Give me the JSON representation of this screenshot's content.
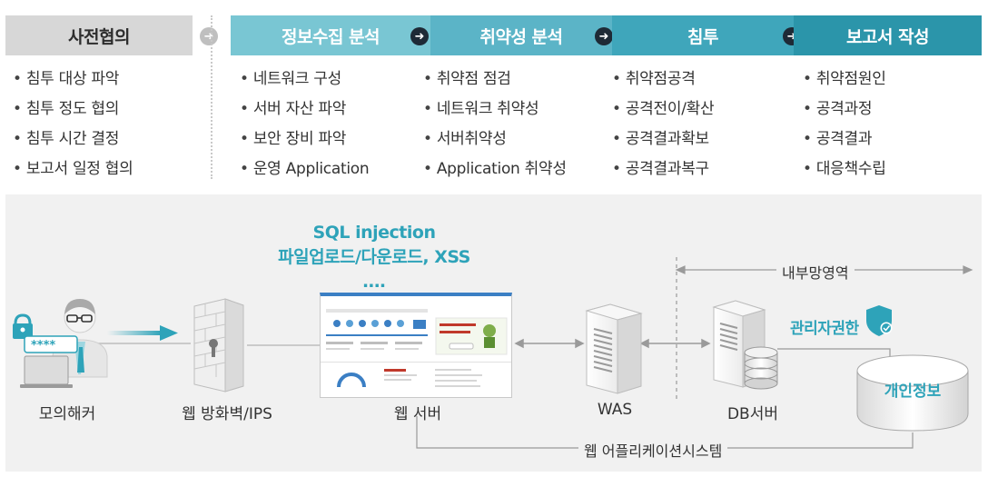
{
  "process": {
    "stages": [
      {
        "label": "사전협의"
      },
      {
        "label": "정보수집 분석"
      },
      {
        "label": "취약성 분석"
      },
      {
        "label": "침투"
      },
      {
        "label": "보고서 작성"
      }
    ],
    "columns": [
      [
        "침투 대상 파악",
        "침투 정도 협의",
        "침투 시간 결정",
        "보고서 일정 협의"
      ],
      [
        "네트워크 구성",
        "서버 자산 파악",
        "보안 장비 파악",
        "운영 Application"
      ],
      [
        "취약점 점검",
        "네트워크 취약성",
        "서버취약성",
        "Application 취약성"
      ],
      [
        "취약점공격",
        "공격전이/확산",
        "공격결과확보",
        "공격결과복구"
      ],
      [
        "취약점원인",
        "공격과정",
        "공격결과",
        "대응책수립"
      ]
    ]
  },
  "diagram": {
    "attack_line1": "SQL injection",
    "attack_line2": "파일업로드/다운로드, XSS ….",
    "nodes": {
      "hacker": "모의해커",
      "firewall": "웹 방화벽/IPS",
      "web_server": "웹 서버",
      "was": "WAS",
      "db_server": "DB서버"
    },
    "password_mask": "****",
    "internal_network": "내부망영역",
    "admin_rights": "관리자권한",
    "personal_info": "개인정보",
    "web_app_system": "웹 어플리케이션시스템"
  },
  "colors": {
    "stage_gray": "#d7d7d7",
    "stage_teal_1": "#79c6d3",
    "stage_teal_2": "#5bb4c7",
    "stage_teal_3": "#3fa6bb",
    "stage_teal_4": "#2b95aa",
    "accent": "#2ea3b9",
    "arrow_dark": "#1e2a36"
  }
}
